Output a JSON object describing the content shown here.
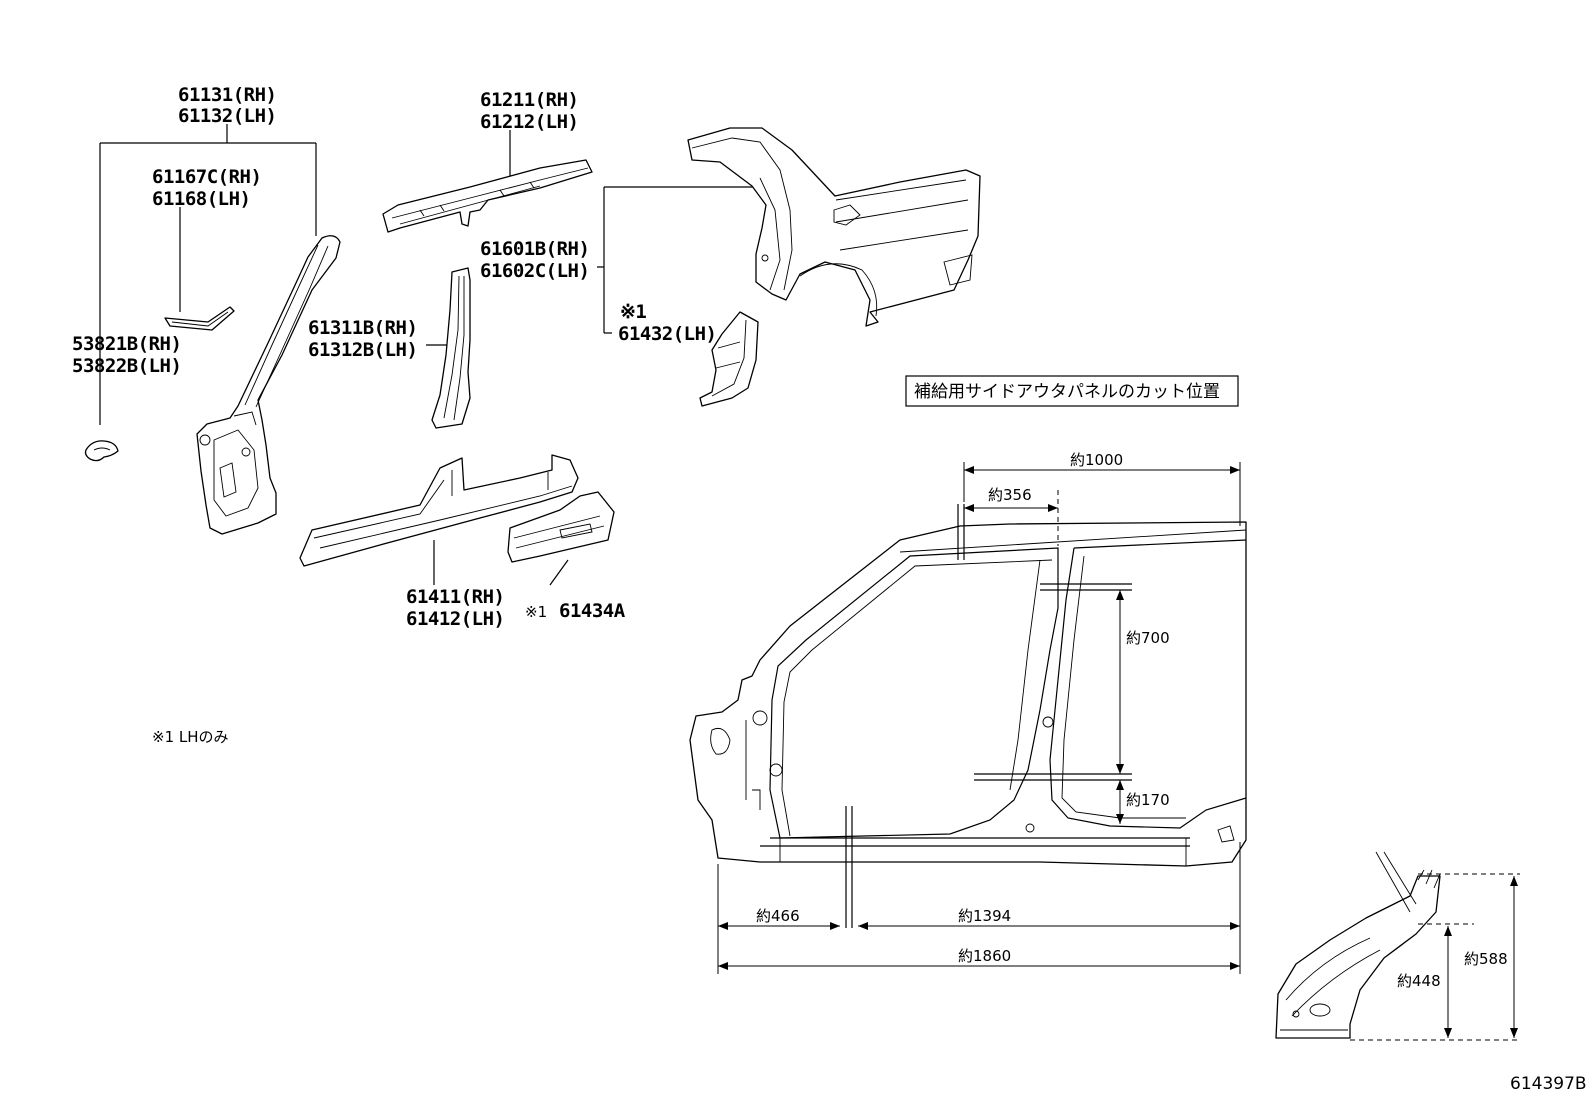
{
  "parts": {
    "p61131": "61131(RH)",
    "p61132": "61132(LH)",
    "p61167": "61167C(RH)",
    "p61168": "61168(LH)",
    "p53821": "53821B(RH)",
    "p53822": "53822B(LH)",
    "p61211": "61211(RH)",
    "p61212": "61212(LH)",
    "p61311": "61311B(RH)",
    "p61312": "61312B(LH)",
    "p61601": "61601B(RH)",
    "p61602": "61602C(LH)",
    "mark1": "※1",
    "p61432": "61432(LH)",
    "p61411": "61411(RH)",
    "p61412": "61412(LH)",
    "p61434_mark": "※1",
    "p61434": "61434A"
  },
  "footnote": "※1 LHのみ",
  "cut_caption": "補給用サイドアウタパネルのカット位置",
  "dimensions": {
    "d1000": "約1000",
    "d356": "約356",
    "d700": "約700",
    "d170": "約170",
    "d466": "約466",
    "d1394": "約1394",
    "d1860": "約1860",
    "d448": "約448",
    "d588": "約588"
  },
  "illustration_id": "614397B"
}
